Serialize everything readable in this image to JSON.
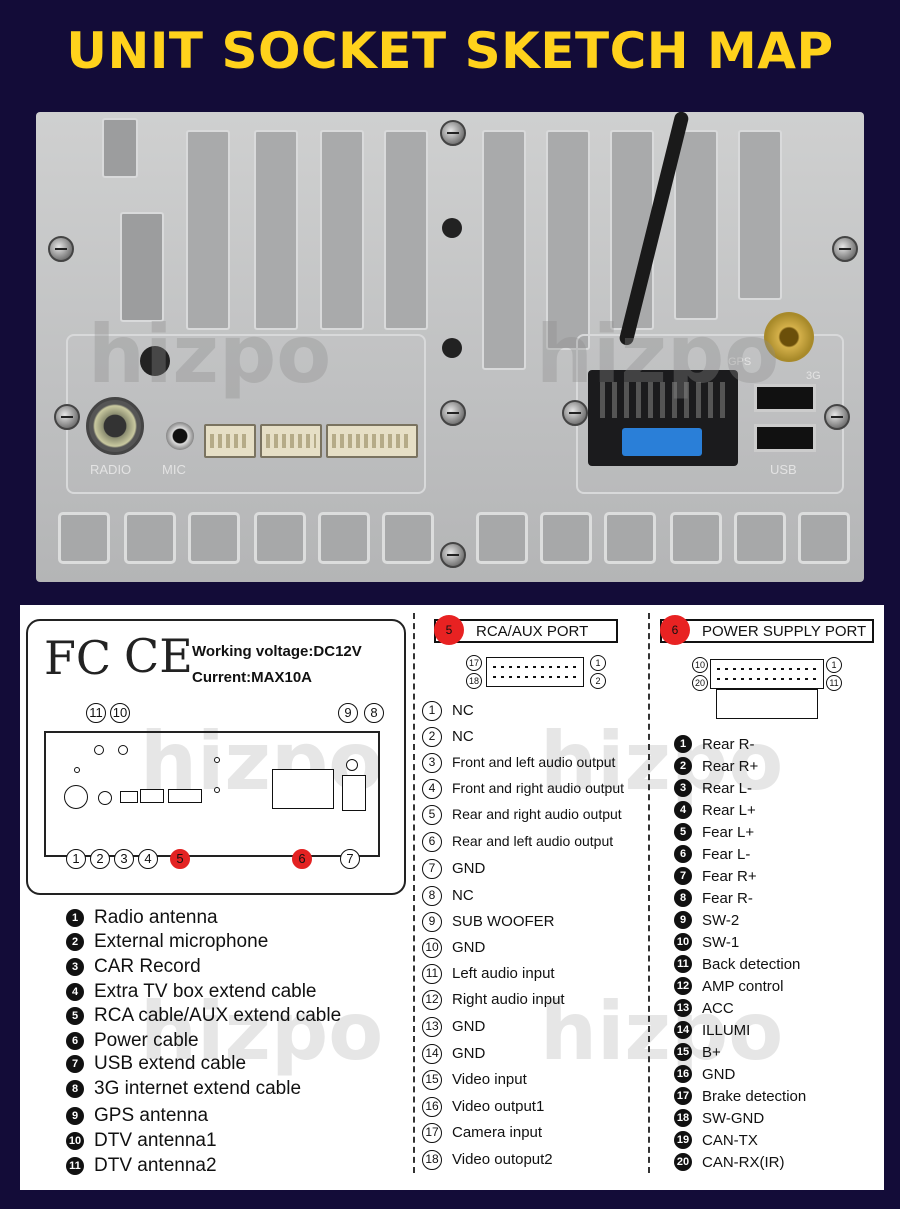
{
  "title": "UNIT SOCKET SKETCH MAP",
  "watermark": "hizpo",
  "photo_labels": {
    "radio": "RADIO",
    "mic": "MIC",
    "gps": "GPS",
    "g3": "3G",
    "usb": "USB"
  },
  "spec": {
    "fcc": "FC",
    "ce": "CE",
    "voltage": "Working voltage:DC12V",
    "current": "Current:MAX10A"
  },
  "diagram_labels": [
    "1",
    "2",
    "3",
    "4",
    "5",
    "6",
    "7",
    "8",
    "9",
    "10",
    "11"
  ],
  "legend": [
    {
      "num": "1",
      "label": "Radio antenna"
    },
    {
      "num": "2",
      "label": "External microphone"
    },
    {
      "num": "3",
      "label": "CAR Record"
    },
    {
      "num": "4",
      "label": "Extra TV box extend cable"
    },
    {
      "num": "5",
      "label": "RCA cable/AUX extend cable"
    },
    {
      "num": "6",
      "label": "Power cable"
    },
    {
      "num": "7",
      "label": "USB extend cable"
    },
    {
      "num": "8",
      "label": "3G internet extend cable"
    },
    {
      "num": "9",
      "label": "GPS antenna"
    },
    {
      "num": "10",
      "label": "DTV antenna1"
    },
    {
      "num": "11",
      "label": "DTV antenna2"
    }
  ],
  "rca_port": {
    "badge": "5",
    "title": "RCA/AUX PORT",
    "sketch_nums": [
      "17",
      "1",
      "18",
      "2"
    ],
    "pins": [
      {
        "num": "1",
        "label": "NC"
      },
      {
        "num": "2",
        "label": "NC"
      },
      {
        "num": "3",
        "label": "Front and left audio output"
      },
      {
        "num": "4",
        "label": "Front and right audio output"
      },
      {
        "num": "5",
        "label": "Rear and right audio output"
      },
      {
        "num": "6",
        "label": "Rear and left audio output"
      },
      {
        "num": "7",
        "label": "GND"
      },
      {
        "num": "8",
        "label": "NC"
      },
      {
        "num": "9",
        "label": "SUB WOOFER"
      },
      {
        "num": "10",
        "label": "GND"
      },
      {
        "num": "11",
        "label": "Left audio input"
      },
      {
        "num": "12",
        "label": "Right audio input"
      },
      {
        "num": "13",
        "label": "GND"
      },
      {
        "num": "14",
        "label": "GND"
      },
      {
        "num": "15",
        "label": "Video input"
      },
      {
        "num": "16",
        "label": "Video output1"
      },
      {
        "num": "17",
        "label": "Camera  input"
      },
      {
        "num": "18",
        "label": "Video outoput2"
      }
    ]
  },
  "power_port": {
    "badge": "6",
    "title": "POWER SUPPLY PORT",
    "sketch_nums": [
      "10",
      "1",
      "20",
      "11"
    ],
    "pins": [
      {
        "num": "1",
        "label": "Rear R-"
      },
      {
        "num": "2",
        "label": "Rear R+"
      },
      {
        "num": "3",
        "label": "Rear L-"
      },
      {
        "num": "4",
        "label": "Rear L+"
      },
      {
        "num": "5",
        "label": "Fear L+"
      },
      {
        "num": "6",
        "label": "Fear L-"
      },
      {
        "num": "7",
        "label": "Fear R+"
      },
      {
        "num": "8",
        "label": "Fear R-"
      },
      {
        "num": "9",
        "label": "SW-2"
      },
      {
        "num": "10",
        "label": "SW-1"
      },
      {
        "num": "11",
        "label": "Back detection"
      },
      {
        "num": "12",
        "label": "AMP control"
      },
      {
        "num": "13",
        "label": "ACC"
      },
      {
        "num": "14",
        "label": "ILLUMI"
      },
      {
        "num": "15",
        "label": "B+"
      },
      {
        "num": "16",
        "label": "GND"
      },
      {
        "num": "17",
        "label": "Brake detection"
      },
      {
        "num": "18",
        "label": "SW-GND"
      },
      {
        "num": "19",
        "label": "CAN-TX"
      },
      {
        "num": "20",
        "label": "CAN-RX(IR)"
      }
    ]
  }
}
